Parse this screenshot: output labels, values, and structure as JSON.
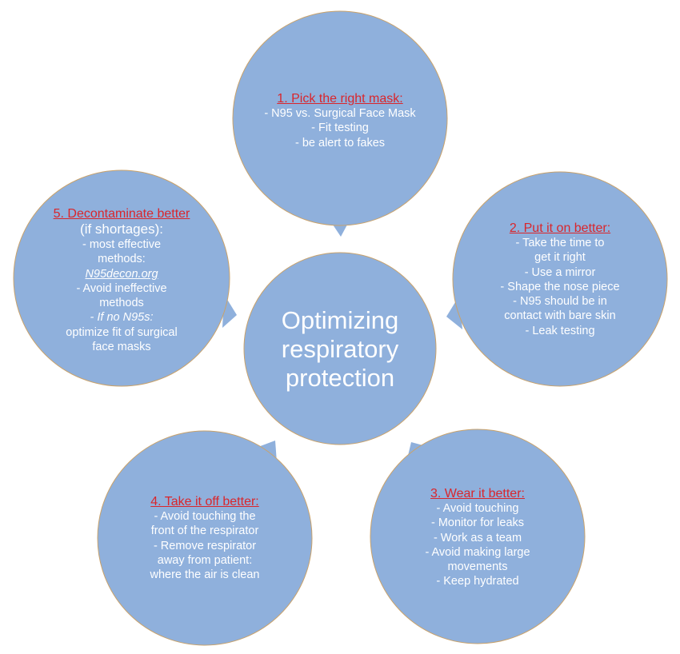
{
  "center": {
    "title_lines": [
      "Optimizing",
      "respiratory",
      "protection"
    ]
  },
  "bubble1": {
    "heading": "1. Pick the right mask:",
    "lines": [
      "- N95 vs. Surgical Face Mask",
      "- Fit testing",
      "- be alert to fakes"
    ]
  },
  "bubble2": {
    "heading": "2. Put it on better:",
    "lines": [
      "- Take the time to",
      "get it right",
      "- Use a mirror",
      "- Shape the nose piece",
      "- N95 should be in",
      "contact with bare skin",
      "- Leak testing"
    ]
  },
  "bubble3": {
    "heading": "3. Wear it better:",
    "lines": [
      "- Avoid touching",
      "- Monitor for leaks",
      "- Work as a team",
      "- Avoid making large",
      "movements",
      "- Keep hydrated"
    ]
  },
  "bubble4": {
    "heading": "4. Take it off better:",
    "lines": [
      "- Avoid touching the",
      "front of the respirator",
      "- Remove respirator",
      "away from patient:",
      "where the air is clean"
    ]
  },
  "bubble5": {
    "heading": "5. Decontaminate better",
    "subheading": "(if shortages):",
    "lines": [
      "- most effective",
      "methods:"
    ],
    "link": "N95decon.org",
    "lines2": [
      "- Avoid ineffective",
      "methods"
    ],
    "italic_prefix": "- If no N95s:",
    "lines3": [
      "optimize fit of surgical",
      "face masks"
    ]
  },
  "colors": {
    "bubble_fill": "#8fb0dc",
    "bubble_stroke": "#c9a26b",
    "heading": "#d9262c",
    "text": "#ffffff"
  }
}
